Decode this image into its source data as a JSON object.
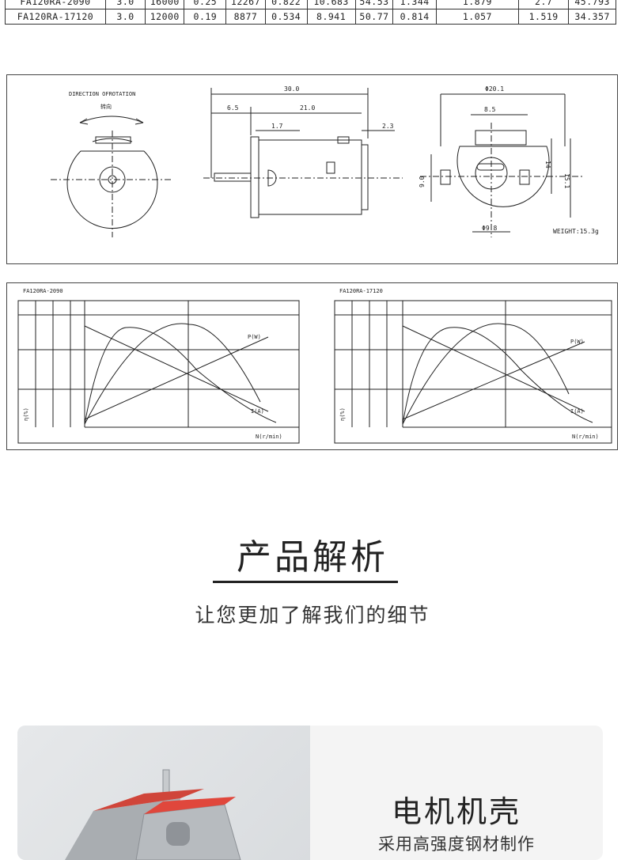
{
  "spec_table": {
    "rows": [
      {
        "model": "FA120RA-2090",
        "voltage": "3.0",
        "speed": "16000",
        "current": "0.25",
        "c1": "12267",
        "c2": "0.822",
        "c3": "10.683",
        "c4": "54.53",
        "c5": "1.344",
        "c6": "1.879",
        "c7": "2.7",
        "c8": "45.793"
      },
      {
        "model": "FA120RA-17120",
        "voltage": "3.0",
        "speed": "12000",
        "current": "0.19",
        "c1": "8877",
        "c2": "0.534",
        "c3": "8.941",
        "c4": "50.77",
        "c5": "0.814",
        "c6": "1.057",
        "c7": "1.519",
        "c8": "34.357"
      }
    ]
  },
  "drawing": {
    "rotation_title": "DIRECTION OFROTATION",
    "rotation_cn": "转向",
    "dim_total": "30.0",
    "dim_shaft": "6.5",
    "dim_body": "21.0",
    "dim_flange": "1.7",
    "dim_end": "2.3",
    "dim_dia": "Φ20.1",
    "dim_slot": "8.5",
    "dim_height": "9.0",
    "dim_14": "14",
    "dim_15": "15.1",
    "dim_boss": "Φ9.8",
    "weight": "WEIGHT:15.3g"
  },
  "curve_left": {
    "model": "FA120RA-2090",
    "eff_label": "η(%)",
    "n_label": "N(r/min)",
    "p_label": "P(W)",
    "i_label": "I(A)"
  },
  "curve_right": {
    "model": "FA120RA-17120",
    "eff_label": "η(%)",
    "n_label": "N(r/min)",
    "p_label": "P(W)",
    "i_label": "I(A)"
  },
  "section": {
    "title": "产品解析",
    "subtitle": "让您更加了解我们的细节"
  },
  "feature": {
    "title": "电机机壳",
    "subtitle": "采用高强度钢材制作"
  },
  "colors": {
    "motor_red": "#e0473c",
    "motor_metal": "#a9adb1"
  }
}
